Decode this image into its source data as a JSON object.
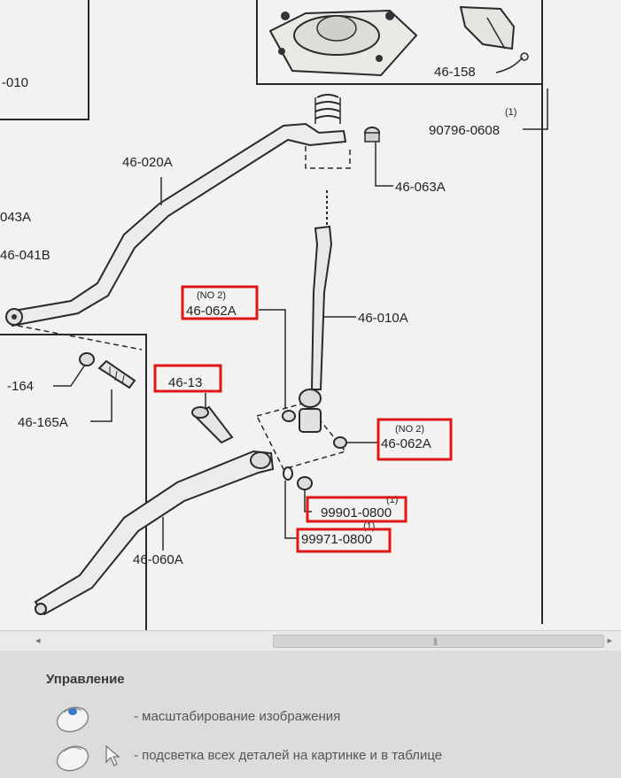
{
  "diagram": {
    "labels": {
      "l_010_left": "-010",
      "l_158": "46-158",
      "l_90796_qty": "(1)",
      "l_90796": "90796-0608",
      "l_020A": "46-020A",
      "l_063A": "46-063A",
      "l_043A": "043A",
      "l_041B": "46-041B",
      "l_062A_1_qty": "(NO 2)",
      "l_062A_1": "46-062A",
      "l_010A": "46-010A",
      "l_164": "-164",
      "l_13x": "46-13",
      "l_165A": "46-165A",
      "l_062A_2_qty": "(NO 2)",
      "l_062A_2": "46-062A",
      "l_99901": "99901-0800",
      "l_99901_qty": "(1)",
      "l_99971": "99971-0800",
      "l_99971_qty": "(1)",
      "l_060A": "46-060A"
    }
  },
  "controls": {
    "title": "Управление",
    "items": [
      {
        "icon": "mouse-scroll-icon",
        "description": "- масштабирование изображения"
      },
      {
        "icon": "mouse-pointer-icon",
        "description": "- подсветка всех деталей на картинке и в таблице"
      }
    ]
  },
  "scrollbar": {
    "left_arrow": "◂",
    "right_arrow": "▸",
    "grip": "|||"
  },
  "colors": {
    "highlight": "#e01515",
    "line_art": "#2a2a2a",
    "background": "#f2f3f1"
  }
}
